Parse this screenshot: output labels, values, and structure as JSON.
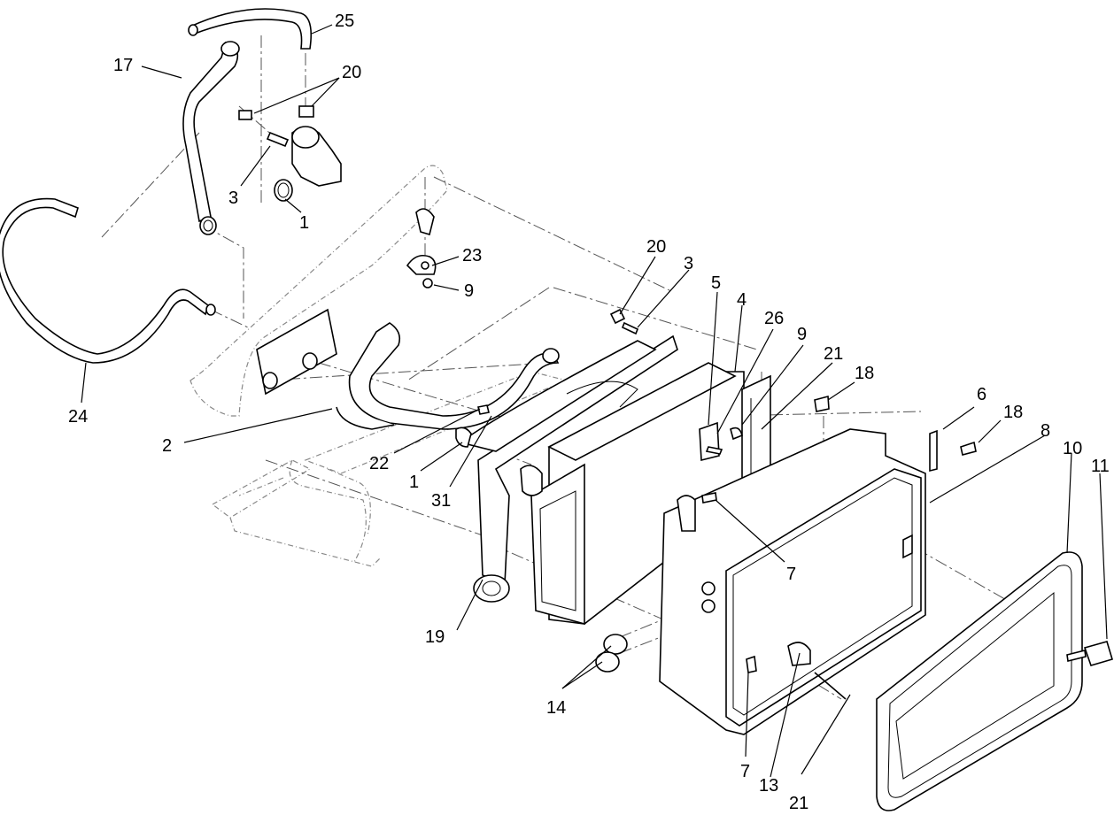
{
  "callouts": {
    "c1a": "1",
    "c1b": "1",
    "c2": "2",
    "c3a": "3",
    "c3b": "3",
    "c4": "4",
    "c5": "5",
    "c6": "6",
    "c7a": "7",
    "c7b": "7",
    "c8": "8",
    "c9a": "9",
    "c9b": "9",
    "c10": "10",
    "c11": "11",
    "c13": "13",
    "c14": "14",
    "c17": "17",
    "c18a": "18",
    "c18b": "18",
    "c19": "19",
    "c20a": "20",
    "c20b": "20",
    "c21a": "21",
    "c21b": "21",
    "c22": "22",
    "c23": "23",
    "c24": "24",
    "c25": "25",
    "c26": "26",
    "c31": "31"
  }
}
